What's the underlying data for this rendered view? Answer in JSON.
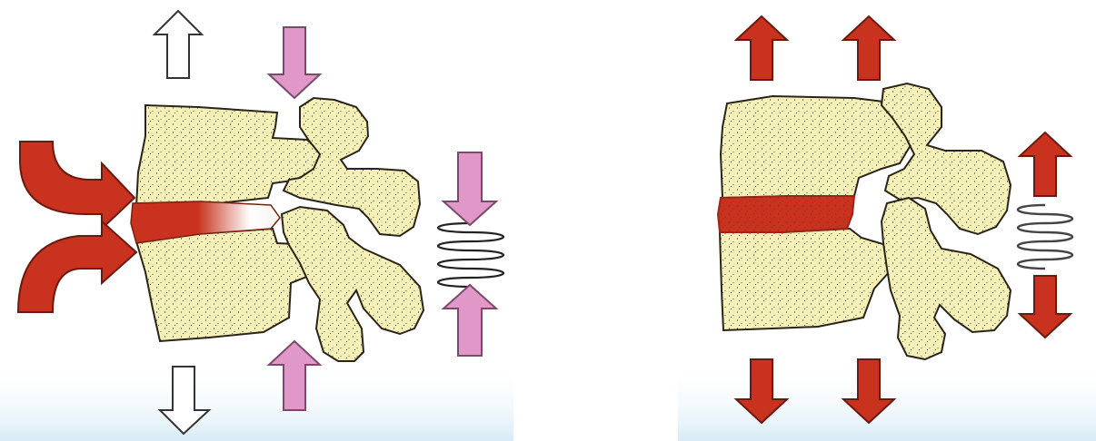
{
  "colors": {
    "background": "#ffffff",
    "bone_fill": "#f5f0b8",
    "bone_outline": "#2a2418",
    "stipple": "#3a3020",
    "disc_red": "#c8321e",
    "disc_dark": "#9a2616",
    "arrow_red": "#c8321e",
    "arrow_red_outline": "#6a1a10",
    "arrow_pink": "#e098c8",
    "arrow_pink_outline": "#7a4a6a",
    "arrow_white": "#ffffff",
    "arrow_white_outline": "#333333",
    "ground_blue": "#d8ebf6",
    "spring": "#222222"
  },
  "panels": [
    {
      "id": "left",
      "disc_state": "compressed-front-gradient",
      "arrow_sets": [
        "flexion-push-red",
        "vertical-open-white",
        "vertical-compress-pink",
        "spring-compress-pink"
      ]
    },
    {
      "id": "right",
      "disc_state": "uniform-red",
      "arrow_sets": [
        "vertical-red-distraction",
        "spring-extend-red"
      ]
    }
  ],
  "icons": [
    "curved-arrow-icon",
    "up-arrow-icon",
    "down-arrow-icon",
    "spring-icon"
  ]
}
